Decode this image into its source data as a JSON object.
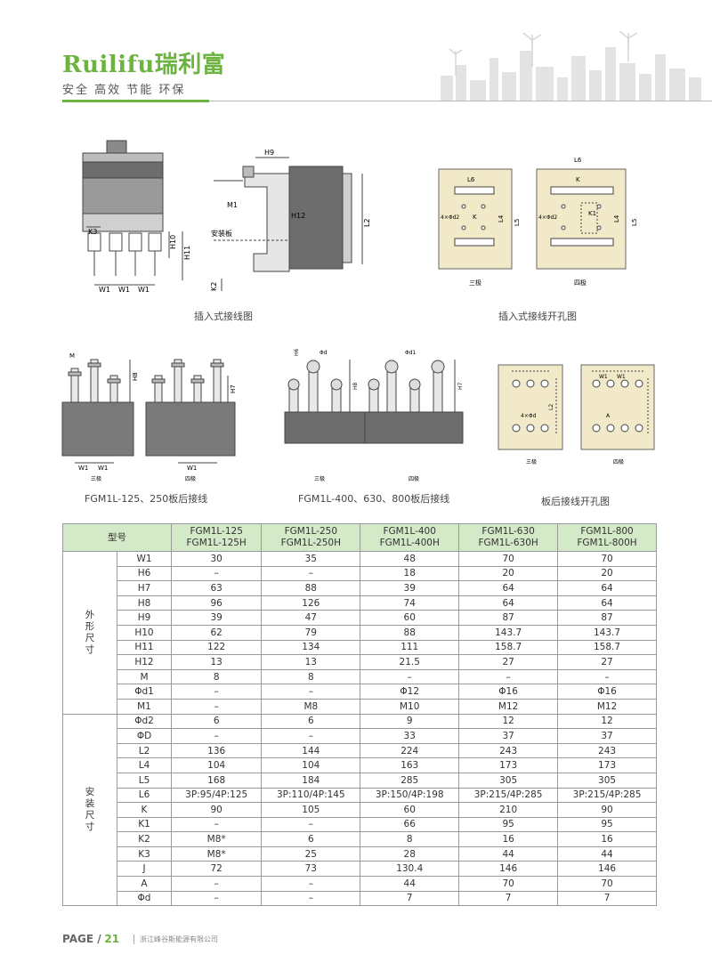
{
  "header": {
    "brand_latin": "Ruilifu",
    "brand_cn": "瑞利富",
    "slogan": "安全  高效  节能  环保"
  },
  "diagram_labels": {
    "plugin_front": {
      "k3": "K3",
      "h10": "H10",
      "h11": "H11",
      "w1a": "W1",
      "w1b": "W1",
      "w1c": "W1"
    },
    "plugin_side": {
      "h9": "H9",
      "m1": "M1",
      "h12": "H12",
      "board": "安装板",
      "l2": "L2",
      "k2": "K2"
    },
    "cutout": {
      "l6a": "L6",
      "k": "K",
      "hole": "4×Φd2",
      "l4": "L4",
      "l5": "L5",
      "three_pole": "三极",
      "l6b": "L6",
      "k_b": "K",
      "k1": "K1",
      "hole_b": "4×Φd2",
      "l4b": "L4",
      "l5b": "L5",
      "four_pole": "四极"
    },
    "rear_small": {
      "m": "M",
      "h8": "H8",
      "h7": "H7",
      "w1a": "W1",
      "w1b": "W1",
      "w1c": "W1",
      "three_pole": "三极",
      "four_pole": "四极"
    },
    "rear_large": {
      "h6": "H6",
      "phi_d": "Φd",
      "phi_d1": "Φd1",
      "h8": "H8",
      "h7": "H7",
      "three_pole": "三极",
      "four_pole": "四极"
    },
    "rear_cutout": {
      "l2": "L2",
      "holes": "4×Φd",
      "a": "A",
      "w1a": "W1",
      "w1b": "W1",
      "three_pole": "三极",
      "four_pole": "四极"
    }
  },
  "captions": {
    "plugin_wiring": "插入式接线图",
    "plugin_cutout": "插入式接线开孔图",
    "rear_small": "FGM1L-125、250板后接线",
    "rear_large": "FGM1L-400、630、800板后接线",
    "rear_cutout": "板后接线开孔图"
  },
  "table": {
    "header_label": "型号",
    "models": [
      [
        "FGM1L-125",
        "FGM1L-125H"
      ],
      [
        "FGM1L-250",
        "FGM1L-250H"
      ],
      [
        "FGM1L-400",
        "FGM1L-400H"
      ],
      [
        "FGM1L-630",
        "FGM1L-630H"
      ],
      [
        "FGM1L-800",
        "FGM1L-800H"
      ]
    ],
    "groups": [
      {
        "label": "外形尺寸",
        "rows": [
          {
            "param": "W1",
            "values": [
              "30",
              "35",
              "48",
              "70",
              "70"
            ]
          },
          {
            "param": "H6",
            "values": [
              "–",
              "–",
              "18",
              "20",
              "20"
            ]
          },
          {
            "param": "H7",
            "values": [
              "63",
              "88",
              "39",
              "64",
              "64"
            ]
          },
          {
            "param": "H8",
            "values": [
              "96",
              "126",
              "74",
              "64",
              "64"
            ]
          },
          {
            "param": "H9",
            "values": [
              "39",
              "47",
              "60",
              "87",
              "87"
            ]
          },
          {
            "param": "H10",
            "values": [
              "62",
              "79",
              "88",
              "143.7",
              "143.7"
            ]
          },
          {
            "param": "H11",
            "values": [
              "122",
              "134",
              "111",
              "158.7",
              "158.7"
            ]
          },
          {
            "param": "H12",
            "values": [
              "13",
              "13",
              "21.5",
              "27",
              "27"
            ]
          },
          {
            "param": "M",
            "values": [
              "8",
              "8",
              "–",
              "–",
              "–"
            ]
          },
          {
            "param": "Φd1",
            "values": [
              "–",
              "–",
              "Φ12",
              "Φ16",
              "Φ16"
            ]
          },
          {
            "param": "M1",
            "values": [
              "–",
              "M8",
              "M10",
              "M12",
              "M12"
            ]
          }
        ]
      },
      {
        "label": "安装尺寸",
        "rows": [
          {
            "param": "Φd2",
            "values": [
              "6",
              "6",
              "9",
              "12",
              "12"
            ]
          },
          {
            "param": "ΦD",
            "values": [
              "–",
              "–",
              "33",
              "37",
              "37"
            ]
          },
          {
            "param": "L2",
            "values": [
              "136",
              "144",
              "224",
              "243",
              "243"
            ]
          },
          {
            "param": "L4",
            "values": [
              "104",
              "104",
              "163",
              "173",
              "173"
            ]
          },
          {
            "param": "L5",
            "values": [
              "168",
              "184",
              "285",
              "305",
              "305"
            ]
          },
          {
            "param": "L6",
            "values": [
              "3P:95/4P:125",
              "3P:110/4P:145",
              "3P:150/4P:198",
              "3P:215/4P:285",
              "3P:215/4P:285"
            ]
          },
          {
            "param": "K",
            "values": [
              "90",
              "105",
              "60",
              "210",
              "90"
            ]
          },
          {
            "param": "K1",
            "values": [
              "–",
              "–",
              "66",
              "95",
              "95"
            ]
          },
          {
            "param": "K2",
            "values": [
              "M8*",
              "6",
              "8",
              "16",
              "16"
            ]
          },
          {
            "param": "K3",
            "values": [
              "M8*",
              "25",
              "28",
              "44",
              "44"
            ]
          },
          {
            "param": "J",
            "values": [
              "72",
              "73",
              "130.4",
              "146",
              "146"
            ]
          },
          {
            "param": "A",
            "values": [
              "–",
              "–",
              "44",
              "70",
              "70"
            ]
          },
          {
            "param": "Φd",
            "values": [
              "–",
              "–",
              "7",
              "7",
              "7"
            ]
          }
        ]
      }
    ]
  },
  "footer": {
    "page_label": "PAGE /",
    "page_number": "21",
    "company": "浙江峰谷斯能源有限公司"
  },
  "colors": {
    "brand_green": "#6cb33f",
    "table_header": "#d3e9c8",
    "cutout_fill": "#f1e9c8",
    "body_gray": "#6d6d6d"
  }
}
